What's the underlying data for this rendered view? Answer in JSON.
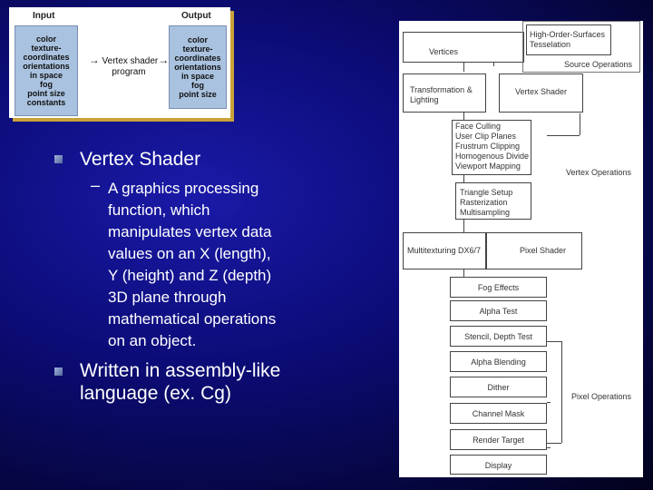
{
  "figure": {
    "input_title": "Input",
    "output_title": "Output",
    "input_items": [
      "color",
      "texture-",
      "coordinates",
      "orientations",
      "in space",
      "fog",
      "point size",
      "constants"
    ],
    "output_items": [
      "color",
      "texture-",
      "coordinates",
      "orientations",
      "in space",
      "fog",
      "point size"
    ],
    "program_line1": "Vertex shader",
    "program_line2": "program",
    "arrow": "→"
  },
  "bullets": [
    {
      "text_lines": [
        "Vertex Shader"
      ],
      "sub": {
        "dash": "–",
        "lines": [
          "A graphics processing",
          "function, which",
          "manipulates vertex data",
          "values on an X (length),",
          "Y (height) and Z (depth)",
          "3D plane through",
          "mathematical operations",
          "on an object."
        ]
      }
    },
    {
      "text_lines": [
        "Written in assembly-like",
        "language (ex. Cg)"
      ]
    }
  ],
  "pipeline": {
    "vertices": "Vertices",
    "hos": [
      "High-Order-Surfaces",
      "Tesselation"
    ],
    "source_ops": "Source Operations",
    "transform": [
      "Transformation &",
      "Lighting"
    ],
    "vertex_shader": "Vertex Shader",
    "vertex_ops_list": [
      "Face Culling",
      "User Clip Planes",
      "Frustrum Clipping",
      "Homogenous Divide",
      "Viewport Mapping"
    ],
    "vertex_ops": "Vertex Operations",
    "triangle_setup": [
      "Triangle Setup",
      "Rasterization",
      "Multisampling"
    ],
    "multitexturing": "Multitexturing DX6/7",
    "pixel_shader": "Pixel Shader",
    "fog": "Fog Effects",
    "alpha_test": "Alpha Test",
    "stencil": "Stencil, Depth Test",
    "alpha_blend": "Alpha Blending",
    "dither": "Dither",
    "channel_mask": "Channel Mask",
    "render_target": "Render Target",
    "display": "Display",
    "pixel_ops": "Pixel Operations"
  }
}
